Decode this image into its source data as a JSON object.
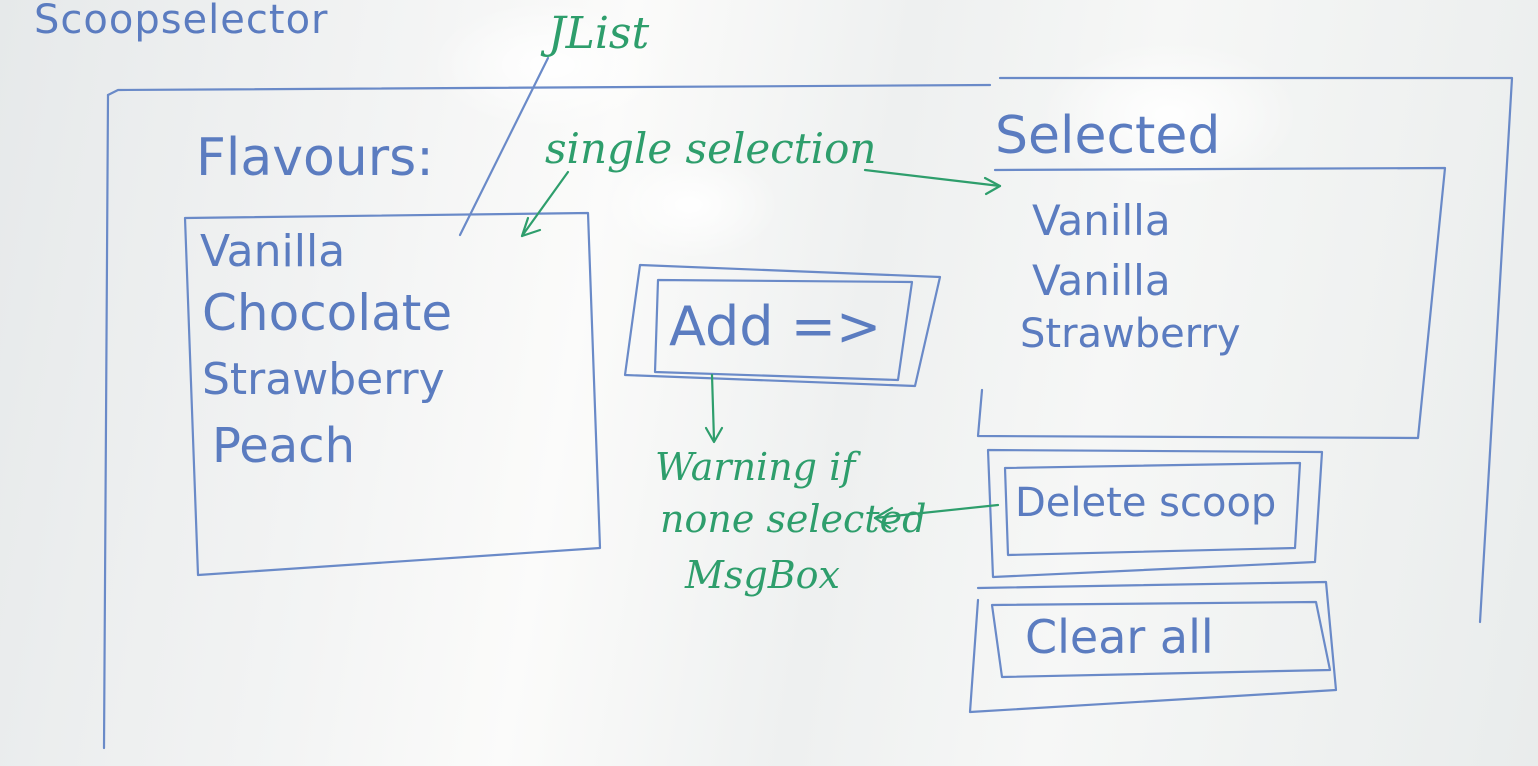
{
  "title": "Scoopselector",
  "jlist_note": "JList",
  "single_selection_note": "single selection",
  "flavours": {
    "heading": "Flavours:",
    "items": [
      "Vanilla",
      "Chocolate",
      "Strawberry",
      "Peach"
    ]
  },
  "add_button_label": "Add =>",
  "warning_note": [
    "Warning if",
    "none selected",
    "MsgBox"
  ],
  "selected": {
    "heading": "Selected",
    "items": [
      "Vanilla",
      "Vanilla",
      "Strawberry"
    ]
  },
  "delete_button_label": "Delete scoop",
  "clear_button_label": "Clear all",
  "colors": {
    "marker_blue": "#5b7cc0",
    "marker_green": "#2e9e6c",
    "board": "#f3f4f4"
  }
}
